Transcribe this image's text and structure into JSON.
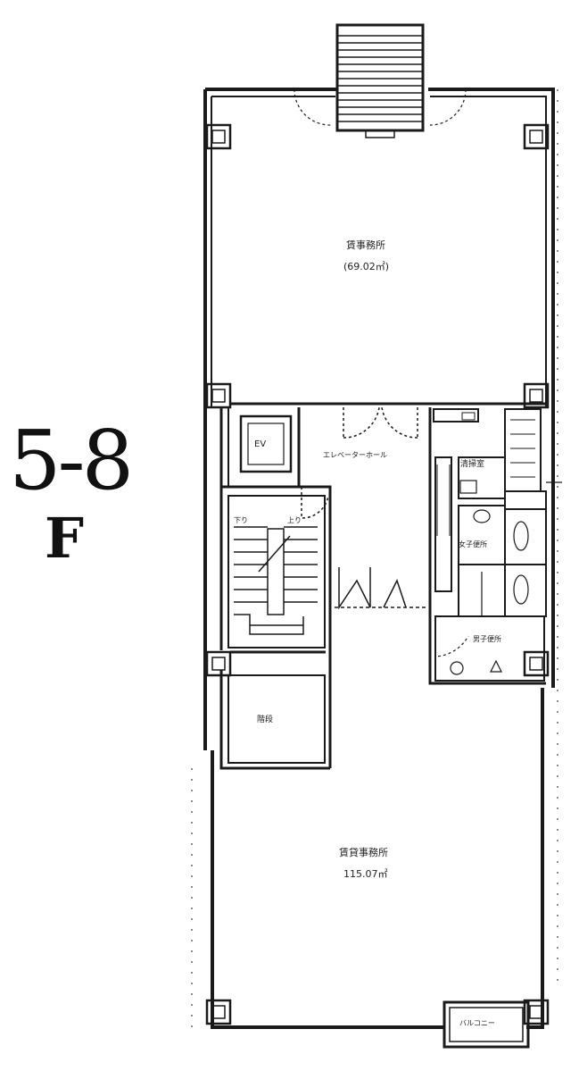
{
  "floor": {
    "range": "5-8",
    "unit": "F"
  },
  "rooms": {
    "office_upper": {
      "name": "賃事務所",
      "area": "(69.02㎡)"
    },
    "office_lower": {
      "name": "賃貸事務所",
      "area": "115.07㎡"
    },
    "ev": {
      "name": "EV"
    },
    "elevator_hall": {
      "name": "エレベーターホール"
    },
    "janitor": {
      "name": "清掃室"
    },
    "womens_toilet": {
      "name": "女子便所"
    },
    "mens_toilet": {
      "name": "男子便所"
    },
    "stairs_down": {
      "name": "下り"
    },
    "stairs_up": {
      "name": "上り"
    },
    "stair_hall": {
      "name": "階段"
    },
    "balcony": {
      "name": "バルコニー"
    }
  },
  "colors": {
    "line": "#1a1a1a",
    "paper": "#ffffff"
  }
}
